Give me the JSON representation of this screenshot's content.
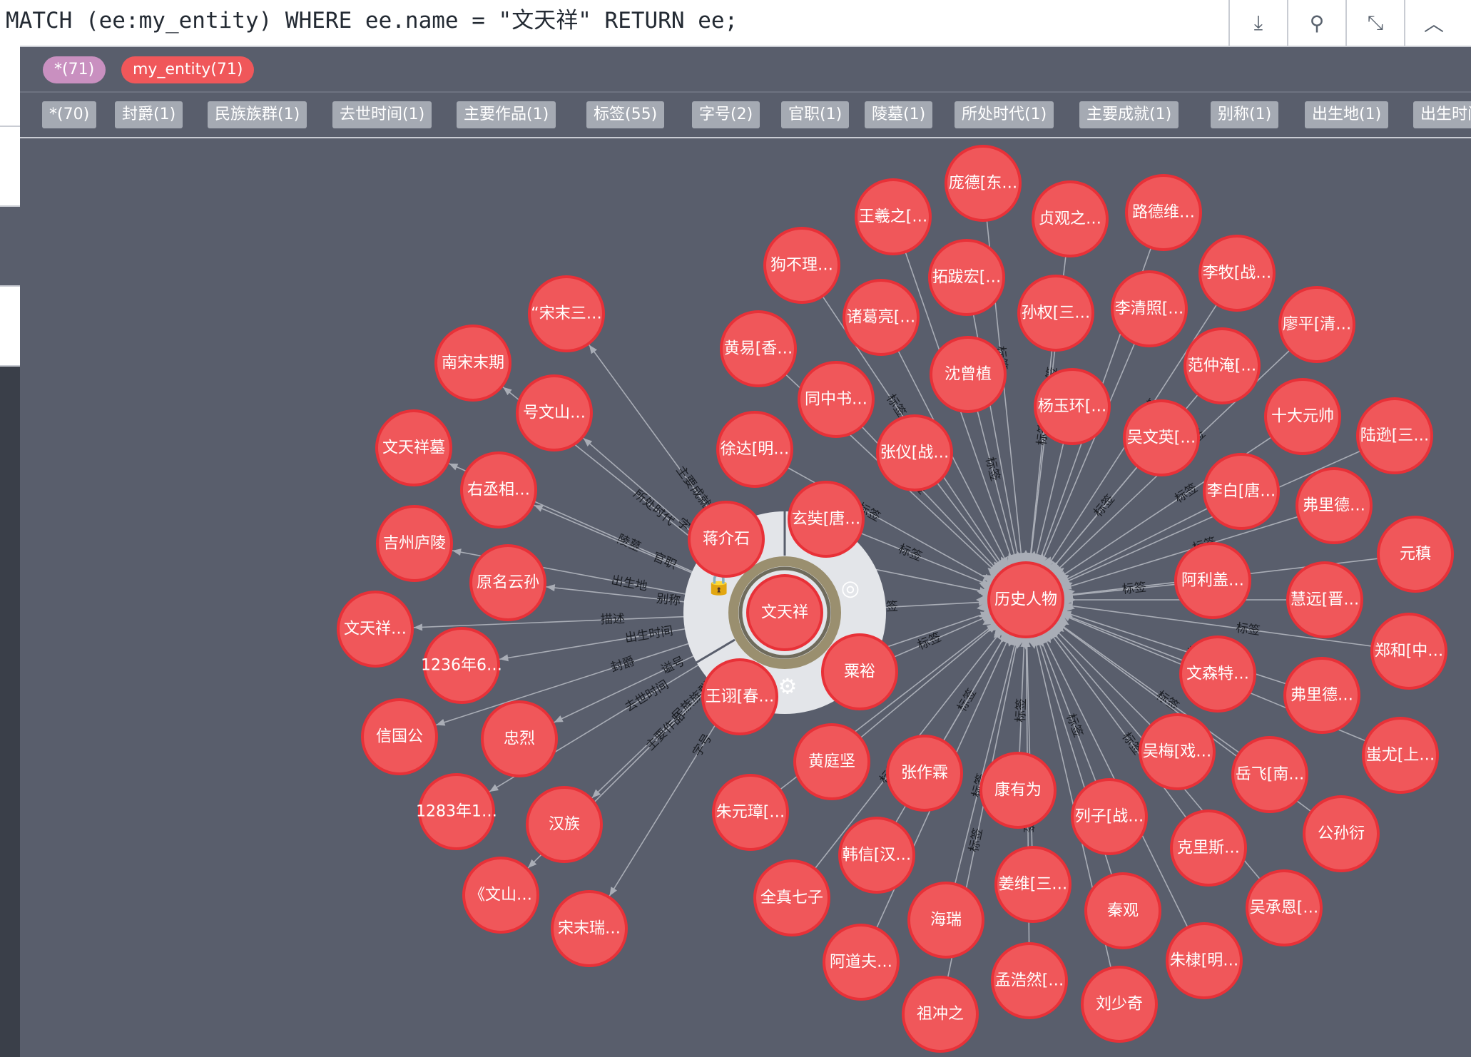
{
  "query": {
    "text": "MATCH (ee:my_entity) WHERE ee.name = \"文天祥\" RETURN ee;",
    "buttons": [
      {
        "name": "download-icon",
        "glyph": "⤓"
      },
      {
        "name": "pin-icon",
        "glyph": "⚲"
      },
      {
        "name": "collapse-icon",
        "glyph": "⤡"
      },
      {
        "name": "chevron-up-icon",
        "glyph": "︿"
      }
    ]
  },
  "labels": [
    {
      "text": "*(71)",
      "color": "#c990c0"
    },
    {
      "text": "my_entity(71)",
      "color": "#f0575a"
    }
  ],
  "properties": [
    "*(70)",
    "封爵(1)",
    "民族族群(1)",
    "去世时间(1)",
    "主要作品(1)",
    "标签(55)",
    "字号(2)",
    "官职(1)",
    "陵墓(1)",
    "所处时代(1)",
    "主要成就(1)",
    "别称(1)",
    "出生地(1)",
    "出生时间"
  ],
  "graph": {
    "center": {
      "label": "文天祥"
    },
    "hub": {
      "label": "历史人物"
    },
    "ring_icons": [
      "lock-icon",
      "eye-hide-icon",
      "expand-graph-icon"
    ],
    "left_nodes": [
      {
        "label": "“宋末三…",
        "edge": "主要成就"
      },
      {
        "label": "南宋末期",
        "edge": "所处时代"
      },
      {
        "label": "号文山…",
        "edge": "字号"
      },
      {
        "label": "文天祥墓",
        "edge": "陵墓"
      },
      {
        "label": "右丞相…",
        "edge": "官职"
      },
      {
        "label": "吉州庐陵",
        "edge": "出生地"
      },
      {
        "label": "原名云孙",
        "edge": "别称"
      },
      {
        "label": "文天祥…",
        "edge": "描述"
      },
      {
        "label": "1236年6…",
        "edge": "出生时间"
      },
      {
        "label": "信国公",
        "edge": "封爵"
      },
      {
        "label": "忠烈",
        "edge": "谥号"
      },
      {
        "label": "1283年1…",
        "edge": "去世时间"
      },
      {
        "label": "汉族",
        "edge": "民族族群"
      },
      {
        "label": "《文山…",
        "edge": "主要作品"
      },
      {
        "label": "宋末瑞…",
        "edge": "字号"
      }
    ],
    "near_nodes": [
      "蒋介石",
      "玄奘[唐…",
      "粟裕",
      "王诩[春…"
    ],
    "hub_edge_label": "标签",
    "people": [
      "庞德[东…",
      "王羲之[…",
      "贞观之…",
      "路德维…",
      "狗不理…",
      "拓跋宏[…",
      "李牧[战…",
      "诸葛亮[…",
      "孙权[三…",
      "李清照[…",
      "廖平[清…",
      "黄易[香…",
      "沈曾植",
      "范仲淹[…",
      "同中书…",
      "杨玉环[…",
      "十大元帅",
      "陆逊[三…",
      "徐达[明…",
      "张仪[战…",
      "吴文英[…",
      "李白[唐…",
      "弗里德…",
      "元稹",
      "阿利盖…",
      "慧远[晋…",
      "郑和[中…",
      "文森特…",
      "弗里德…",
      "黄庭坚",
      "张作霖",
      "朱元璋[…",
      "康有为",
      "吴梅[戏…",
      "岳飞[南…",
      "蚩尤[上…",
      "列子[战…",
      "韩信[汉…",
      "全真七子",
      "姜维[三…",
      "克里斯…",
      "公孙衍",
      "海瑞",
      "秦观",
      "吴承恩[…",
      "阿道夫…",
      "孟浩然[…",
      "朱棣[明…",
      "祖冲之",
      "刘少奇"
    ]
  }
}
